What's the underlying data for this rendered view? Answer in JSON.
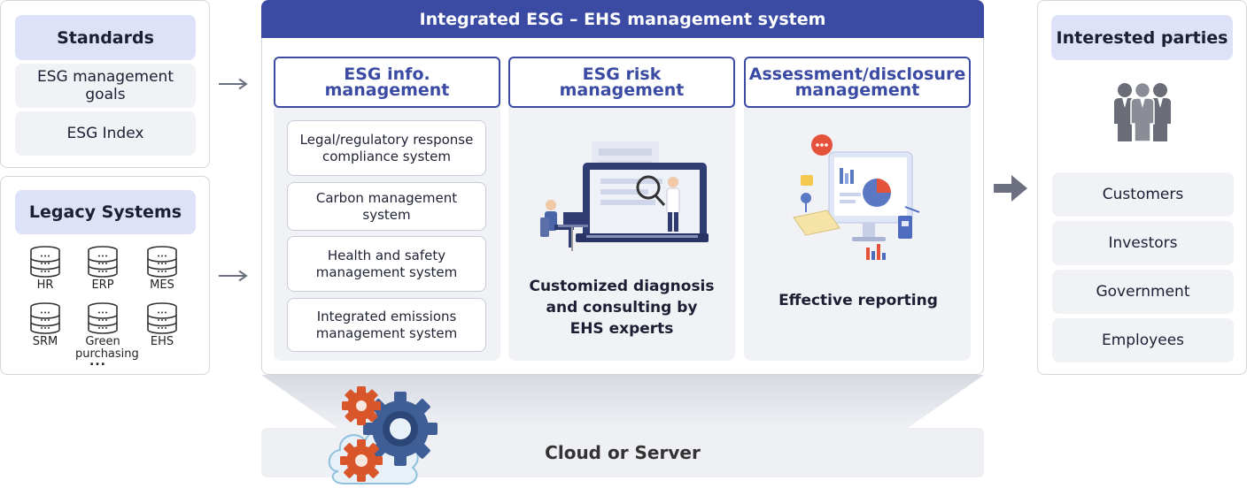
{
  "standards": {
    "title": "Standards",
    "items": [
      "ESG management goals",
      "ESG Index"
    ]
  },
  "legacy": {
    "title": "Legacy Systems",
    "systems": [
      "HR",
      "ERP",
      "MES",
      "SRM",
      "Green purchasing",
      "EHS"
    ],
    "more": "..."
  },
  "main": {
    "title": "Integrated ESG – EHS management system",
    "columns": [
      {
        "heading": "ESG info. management",
        "systems": [
          "Legal/regulatory response compliance system",
          "Carbon management system",
          "Health and safety management system",
          "Integrated emissions management system"
        ]
      },
      {
        "heading": "ESG risk management",
        "caption": "Customized diagnosis and consulting by EHS experts",
        "icon": "consulting-illustration"
      },
      {
        "heading": "Assessment/disclosure management",
        "caption": "Effective reporting",
        "icon": "reporting-illustration"
      }
    ]
  },
  "infra": {
    "label": "Cloud or Server",
    "icon": "gears-cloud-illustration"
  },
  "parties": {
    "title": "Interested parties",
    "icon": "people-group-icon",
    "items": [
      "Customers",
      "Investors",
      "Government",
      "Employees"
    ]
  },
  "colors": {
    "accent": "#3b4ba3",
    "head_fill": "#dde2f8",
    "item_fill": "#f1f2f6",
    "gear_orange": "#d8562a",
    "gear_blue": "#3e5e95"
  }
}
